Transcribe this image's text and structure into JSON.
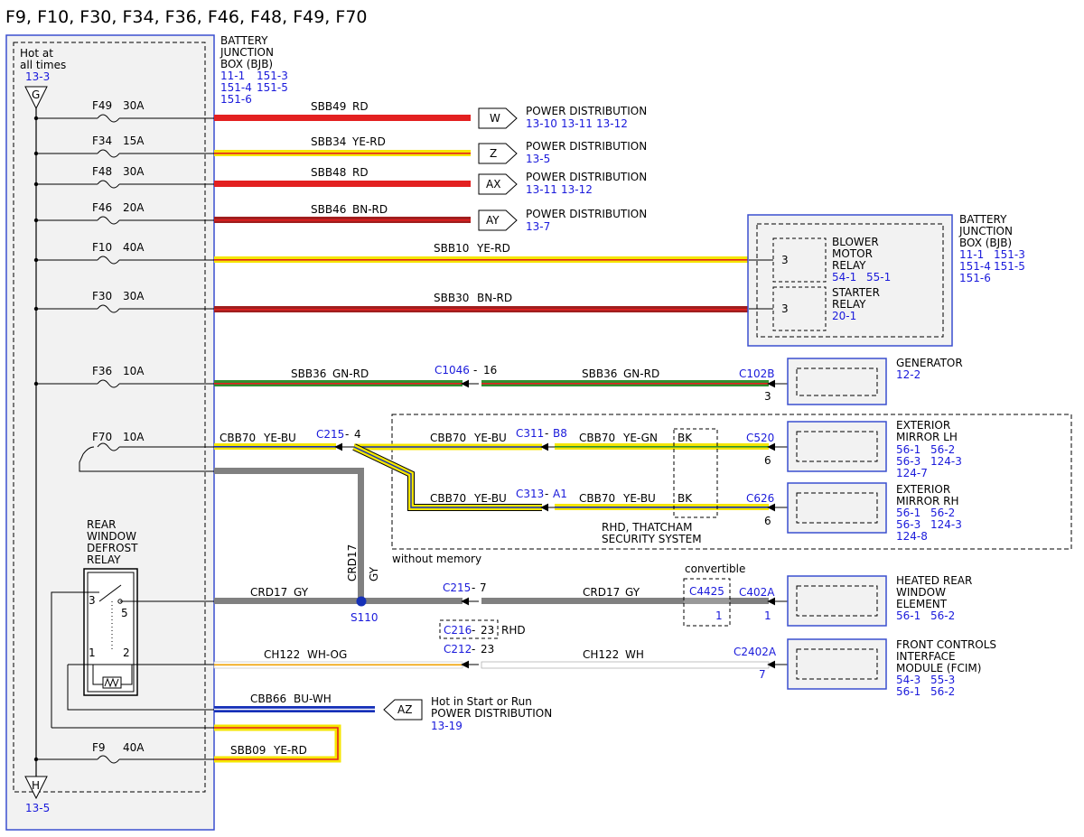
{
  "title": "F9, F10, F30, F34, F36, F46, F48, F49, F70",
  "colors": {
    "frame_blue": "#3a4fcf",
    "ref_blue": "#1a1adb",
    "red": "#e32020",
    "yellow": "#f5e600",
    "brown": "#a01e1e",
    "green": "#2f8f2f",
    "gray": "#808080",
    "blue_wire": "#1530b8",
    "panel_fill": "#f2f2f2"
  },
  "bjb_left": {
    "label_lines": [
      "BATTERY",
      "JUNCTION",
      "BOX (BJB)"
    ],
    "refs": [
      "11-1",
      "151-3",
      "151-4",
      "151-5",
      "151-6"
    ],
    "hot_lines": [
      "Hot at",
      "all times"
    ],
    "hot_ref": "13-3",
    "top_connector": "G",
    "bottom_connector": "H",
    "bottom_ref": "13-5"
  },
  "fuses": [
    {
      "id": "F49",
      "rating": "30A"
    },
    {
      "id": "F34",
      "rating": "15A"
    },
    {
      "id": "F48",
      "rating": "30A"
    },
    {
      "id": "F46",
      "rating": "20A"
    },
    {
      "id": "F10",
      "rating": "40A"
    },
    {
      "id": "F30",
      "rating": "30A"
    },
    {
      "id": "F36",
      "rating": "10A"
    },
    {
      "id": "F70",
      "rating": "10A"
    },
    {
      "id": "F9",
      "rating": "40A"
    }
  ],
  "power_dist": [
    {
      "circuit": "SBB49",
      "color": "RD",
      "conn": "W",
      "label": "POWER DISTRIBUTION",
      "refs": [
        "13-10",
        "13-11",
        "13-12"
      ]
    },
    {
      "circuit": "SBB34",
      "color": "YE-RD",
      "conn": "Z",
      "label": "POWER DISTRIBUTION",
      "refs": [
        "13-5"
      ]
    },
    {
      "circuit": "SBB48",
      "color": "RD",
      "conn": "AX",
      "label": "POWER DISTRIBUTION",
      "refs": [
        "13-11",
        "13-12"
      ]
    },
    {
      "circuit": "SBB46",
      "color": "BN-RD",
      "conn": "AY",
      "label": "POWER DISTRIBUTION",
      "refs": [
        "13-7"
      ]
    }
  ],
  "sbb10": {
    "circuit": "SBB10",
    "color": "YE-RD"
  },
  "sbb30": {
    "circuit": "SBB30",
    "color": "BN-RD"
  },
  "bjb_right": {
    "label_lines": [
      "BATTERY",
      "JUNCTION",
      "BOX (BJB)"
    ],
    "refs": [
      "11-1",
      "151-3",
      "151-4",
      "151-5",
      "151-6"
    ],
    "blower": {
      "pin": "3",
      "lines": [
        "BLOWER",
        "MOTOR",
        "RELAY"
      ],
      "refs": [
        "54-1",
        "55-1"
      ]
    },
    "starter": {
      "pin": "3",
      "lines": [
        "STARTER",
        "RELAY"
      ],
      "refs": [
        "20-1"
      ]
    }
  },
  "sbb36": {
    "circuit": "SBB36",
    "color": "GN-RD",
    "inline": "C1046",
    "inline_pin": "16",
    "end_conn": "C102B",
    "end_pin": "3"
  },
  "generator": {
    "label": "GENERATOR",
    "ref": "12-2"
  },
  "f70_circuit": {
    "circuit": "CBB70",
    "color": "YE-BU",
    "splice_conn": "C215",
    "splice_pin": "4"
  },
  "mirror_lh_wire": {
    "c1": "CBB70",
    "c1_color": "YE-BU",
    "inline": "C311",
    "inline_pin": "B8",
    "c2": "CBB70",
    "c2_color": "YE-GN",
    "bk": "BK",
    "end_conn": "C520",
    "end_pin": "6"
  },
  "mirror_rh_wire": {
    "c1": "CBB70",
    "c1_color": "YE-BU",
    "inline": "C313",
    "inline_pin": "A1",
    "c2": "CBB70",
    "c2_color": "YE-BU",
    "bk": "BK",
    "end_conn": "C626",
    "end_pin": "6"
  },
  "mirror_lh": {
    "lines": [
      "EXTERIOR",
      "MIRROR LH"
    ],
    "refs": [
      "56-1",
      "56-2",
      "56-3",
      "124-3",
      "124-7"
    ]
  },
  "mirror_rh": {
    "lines": [
      "EXTERIOR",
      "MIRROR RH"
    ],
    "refs": [
      "56-1",
      "56-2",
      "56-3",
      "124-3",
      "124-8"
    ]
  },
  "rhd_note": [
    "RHD, THATCHAM",
    "SECURITY SYSTEM"
  ],
  "without_memory": "without memory",
  "relay": {
    "lines": [
      "REAR",
      "WINDOW",
      "DEFROST",
      "RELAY"
    ],
    "pins": [
      "3",
      "5",
      "1",
      "2"
    ]
  },
  "crd17": {
    "circuit": "CRD17",
    "color": "GY",
    "vcircuit": "CRD17",
    "vcolor": "GY",
    "splice": "S110",
    "inline": "C215",
    "inline_pin": "7",
    "optional_note": "convertible",
    "optional_conn": "C4425",
    "optional_pin": "1",
    "end_conn": "C402A",
    "end_pin": "1"
  },
  "heated_rear": {
    "lines": [
      "HEATED REAR",
      "WINDOW",
      "ELEMENT"
    ],
    "refs": [
      "56-1",
      "56-2"
    ]
  },
  "ch122": {
    "c1": "CH122",
    "c1_color": "WH-OG",
    "alt_conn": "C216",
    "alt_pin": "23",
    "alt_note": "RHD",
    "inline": "C212",
    "inline_pin": "23",
    "c2": "CH122",
    "c2_color": "WH",
    "end_conn": "C2402A",
    "end_pin": "7"
  },
  "fcim": {
    "lines": [
      "FRONT CONTROLS",
      "INTERFACE",
      "MODULE (FCIM)"
    ],
    "refs": [
      "54-3",
      "55-3",
      "56-1",
      "56-2"
    ]
  },
  "cbb66": {
    "circuit": "CBB66",
    "color": "BU-WH",
    "conn": "AZ",
    "lines": [
      "Hot in Start or Run",
      "POWER DISTRIBUTION"
    ],
    "ref": "13-19"
  },
  "sbb09": {
    "circuit": "SBB09",
    "color": "YE-RD"
  }
}
